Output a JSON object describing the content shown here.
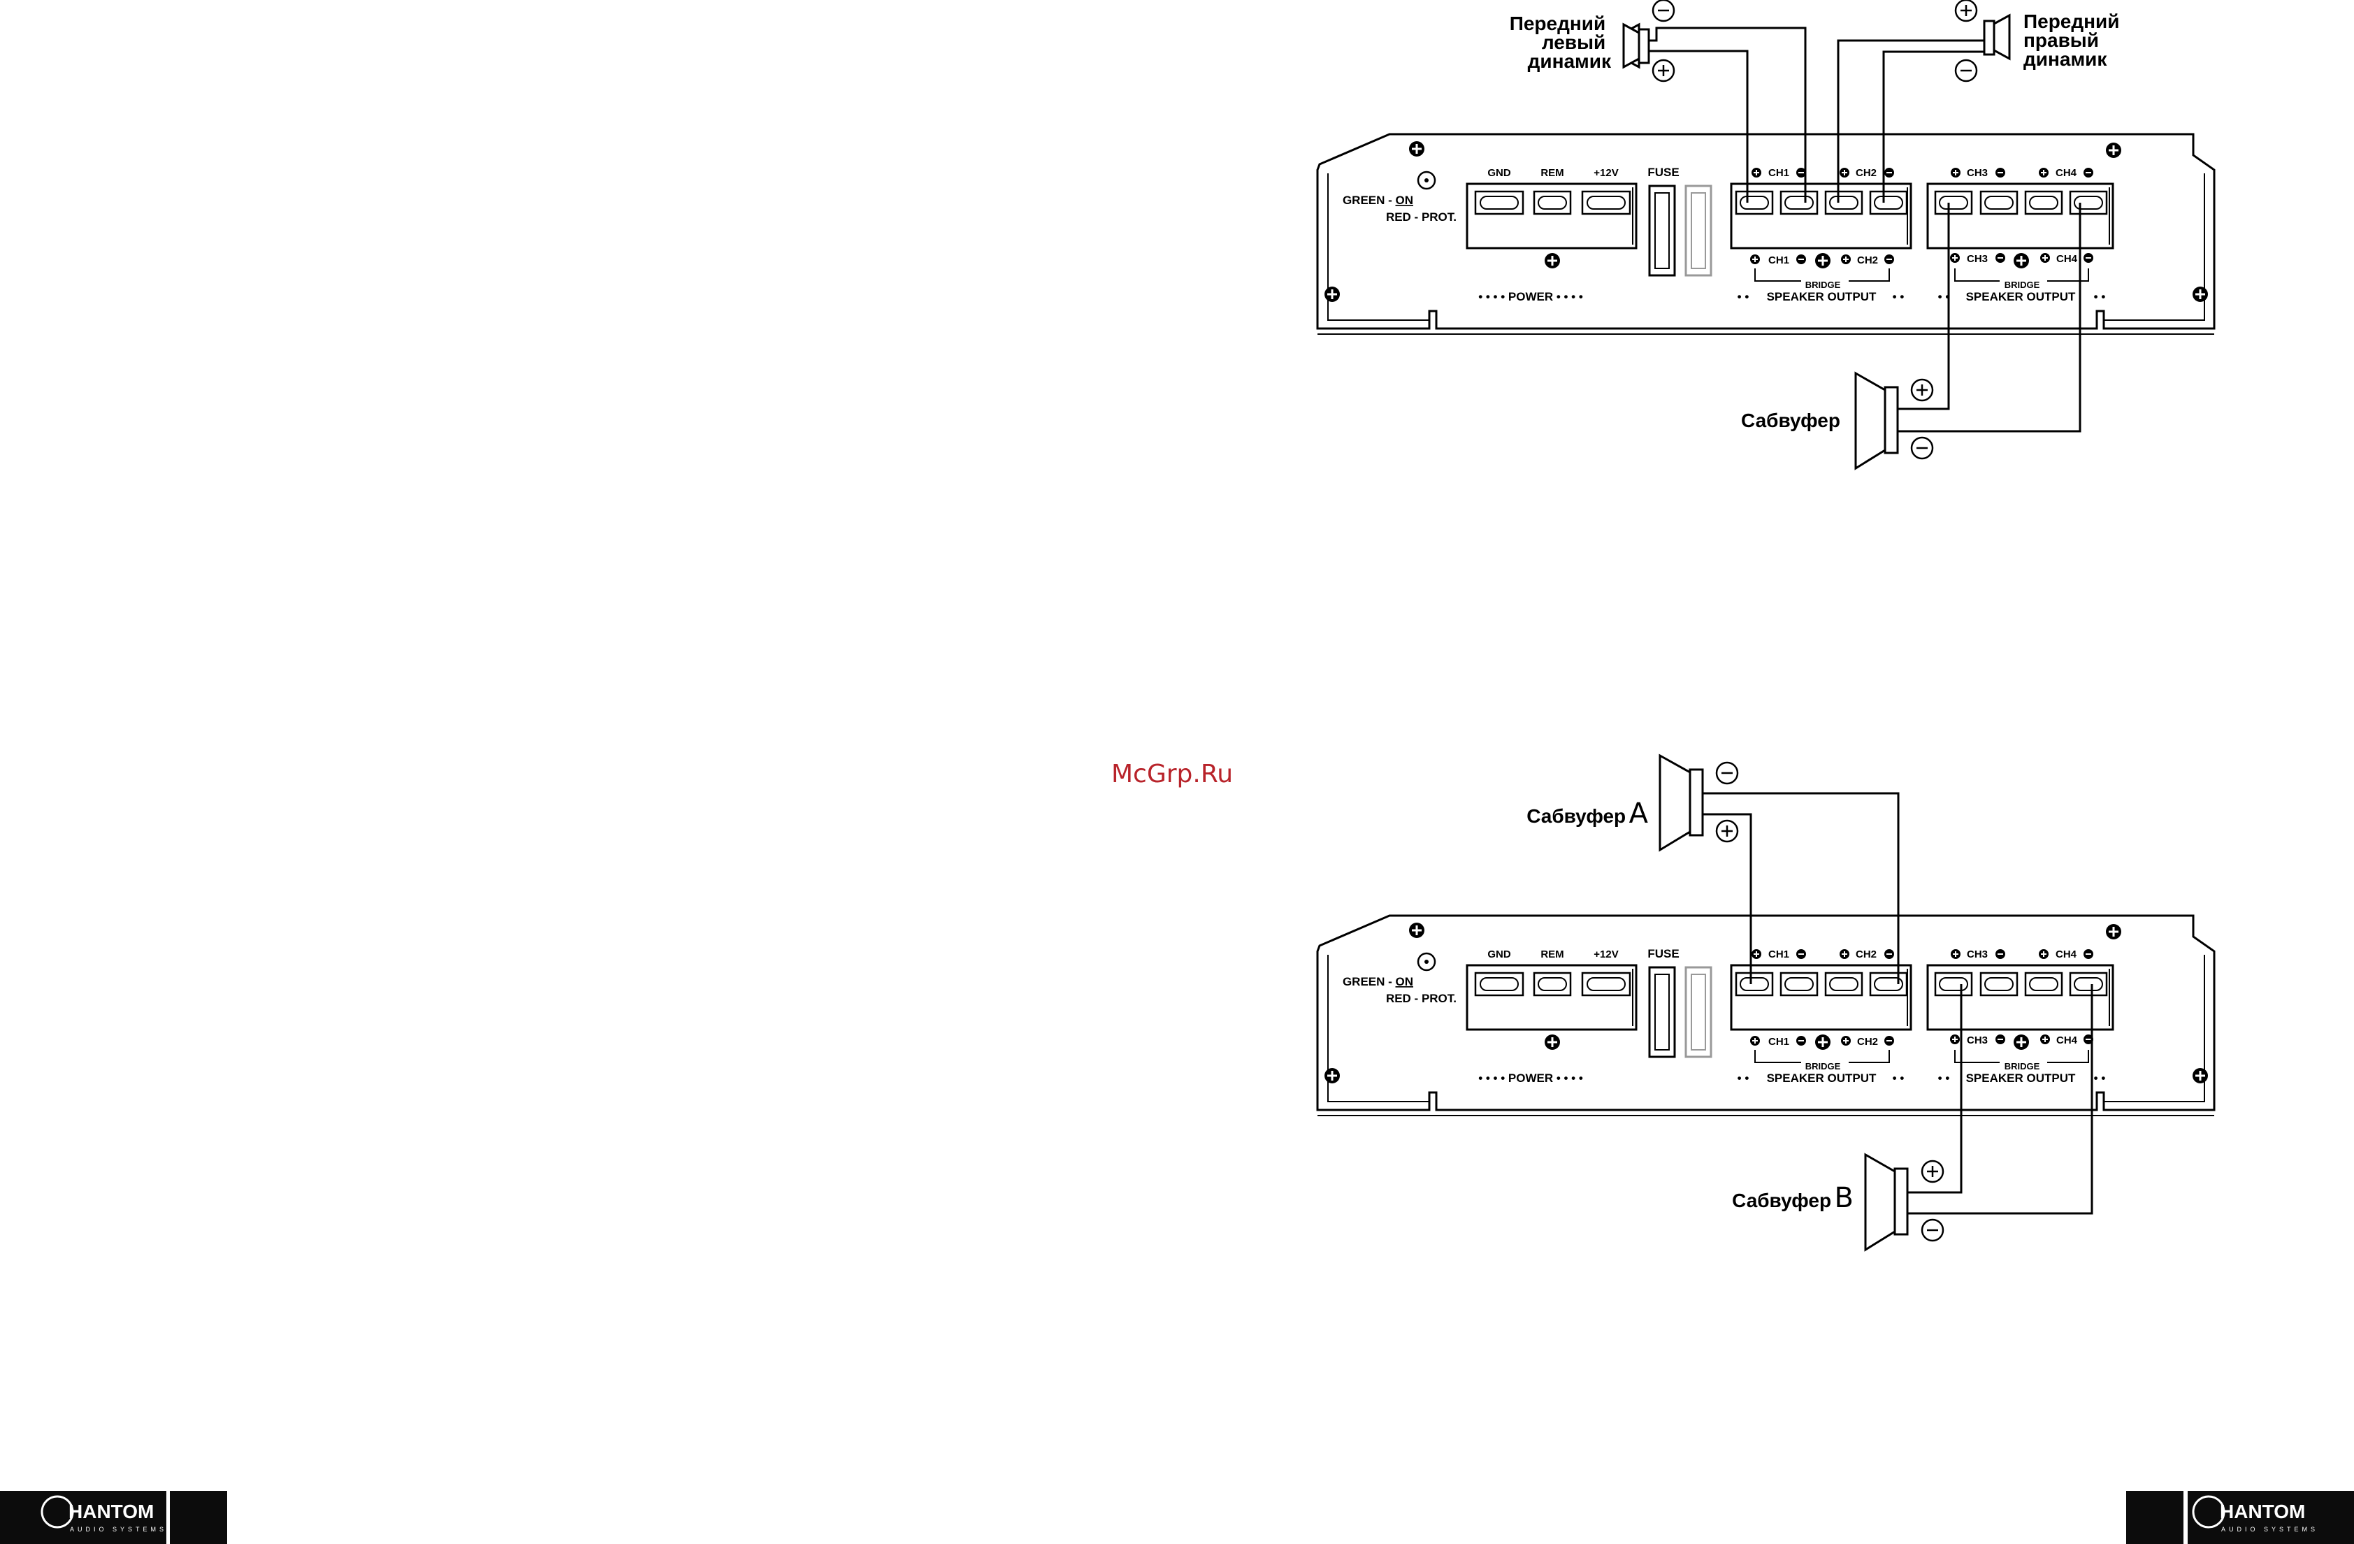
{
  "watermark": "McGrp.Ru",
  "brand": {
    "name": "HANTOM",
    "tagline": "AUDIO SYSTEMS"
  },
  "amplifier": {
    "led_green": "GREEN - ",
    "led_on": "ON",
    "led_red": "RED - PROT.",
    "gnd": "GND",
    "rem": "REM",
    "v12": "+12V",
    "fuse": "FUSE",
    "power": "• • • • POWER • • • •",
    "ch1": "CH1",
    "ch2": "CH2",
    "ch3": "CH3",
    "ch4": "CH4",
    "bridge": "BRIDGE",
    "speaker_output": "SPEAKER OUTPUT",
    "dots": "• •"
  },
  "diagram1": {
    "front_left": [
      "Передний",
      "левый",
      "динамик"
    ],
    "front_right": [
      "Передний",
      "правый",
      "динамик"
    ],
    "subwoofer": "Сабвуфер"
  },
  "diagram2": {
    "sub_a_prefix": "Сабвуфер",
    "sub_a_letter": "A",
    "sub_b_prefix": "Сабвуфер",
    "sub_b_letter": "B"
  }
}
